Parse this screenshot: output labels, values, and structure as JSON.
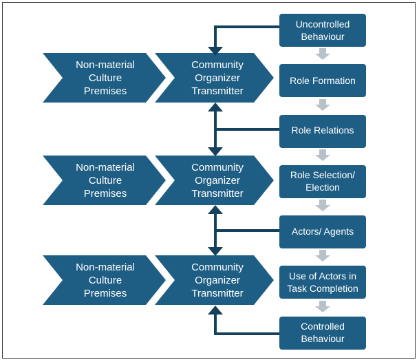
{
  "diagram": {
    "rows": [
      {
        "premise": [
          "Non-material",
          "Culture",
          "Premises"
        ],
        "organizer": [
          "Community",
          "Organizer",
          "Transmitter"
        ]
      },
      {
        "premise": [
          "Non-material",
          "Culture",
          "Premises"
        ],
        "organizer": [
          "Community",
          "Organizer",
          "Transmitter"
        ]
      },
      {
        "premise": [
          "Non-material",
          "Culture",
          "Premises"
        ],
        "organizer": [
          "Community",
          "Organizer",
          "Transmitter"
        ]
      }
    ],
    "stages": [
      [
        "Uncontrolled",
        "Behaviour"
      ],
      [
        "Role Formation"
      ],
      [
        "Role Relations"
      ],
      [
        "Role Selection/",
        "Election"
      ],
      [
        "Actors/ Agents"
      ],
      [
        "Use of Actors in",
        "Task Completion"
      ],
      [
        "Controlled",
        "Behaviour"
      ]
    ],
    "colors": {
      "shape_fill": "#1f5e84",
      "connector": "#14415c",
      "flow_arrow": "#b9c1c8",
      "text": "#ffffff"
    }
  }
}
